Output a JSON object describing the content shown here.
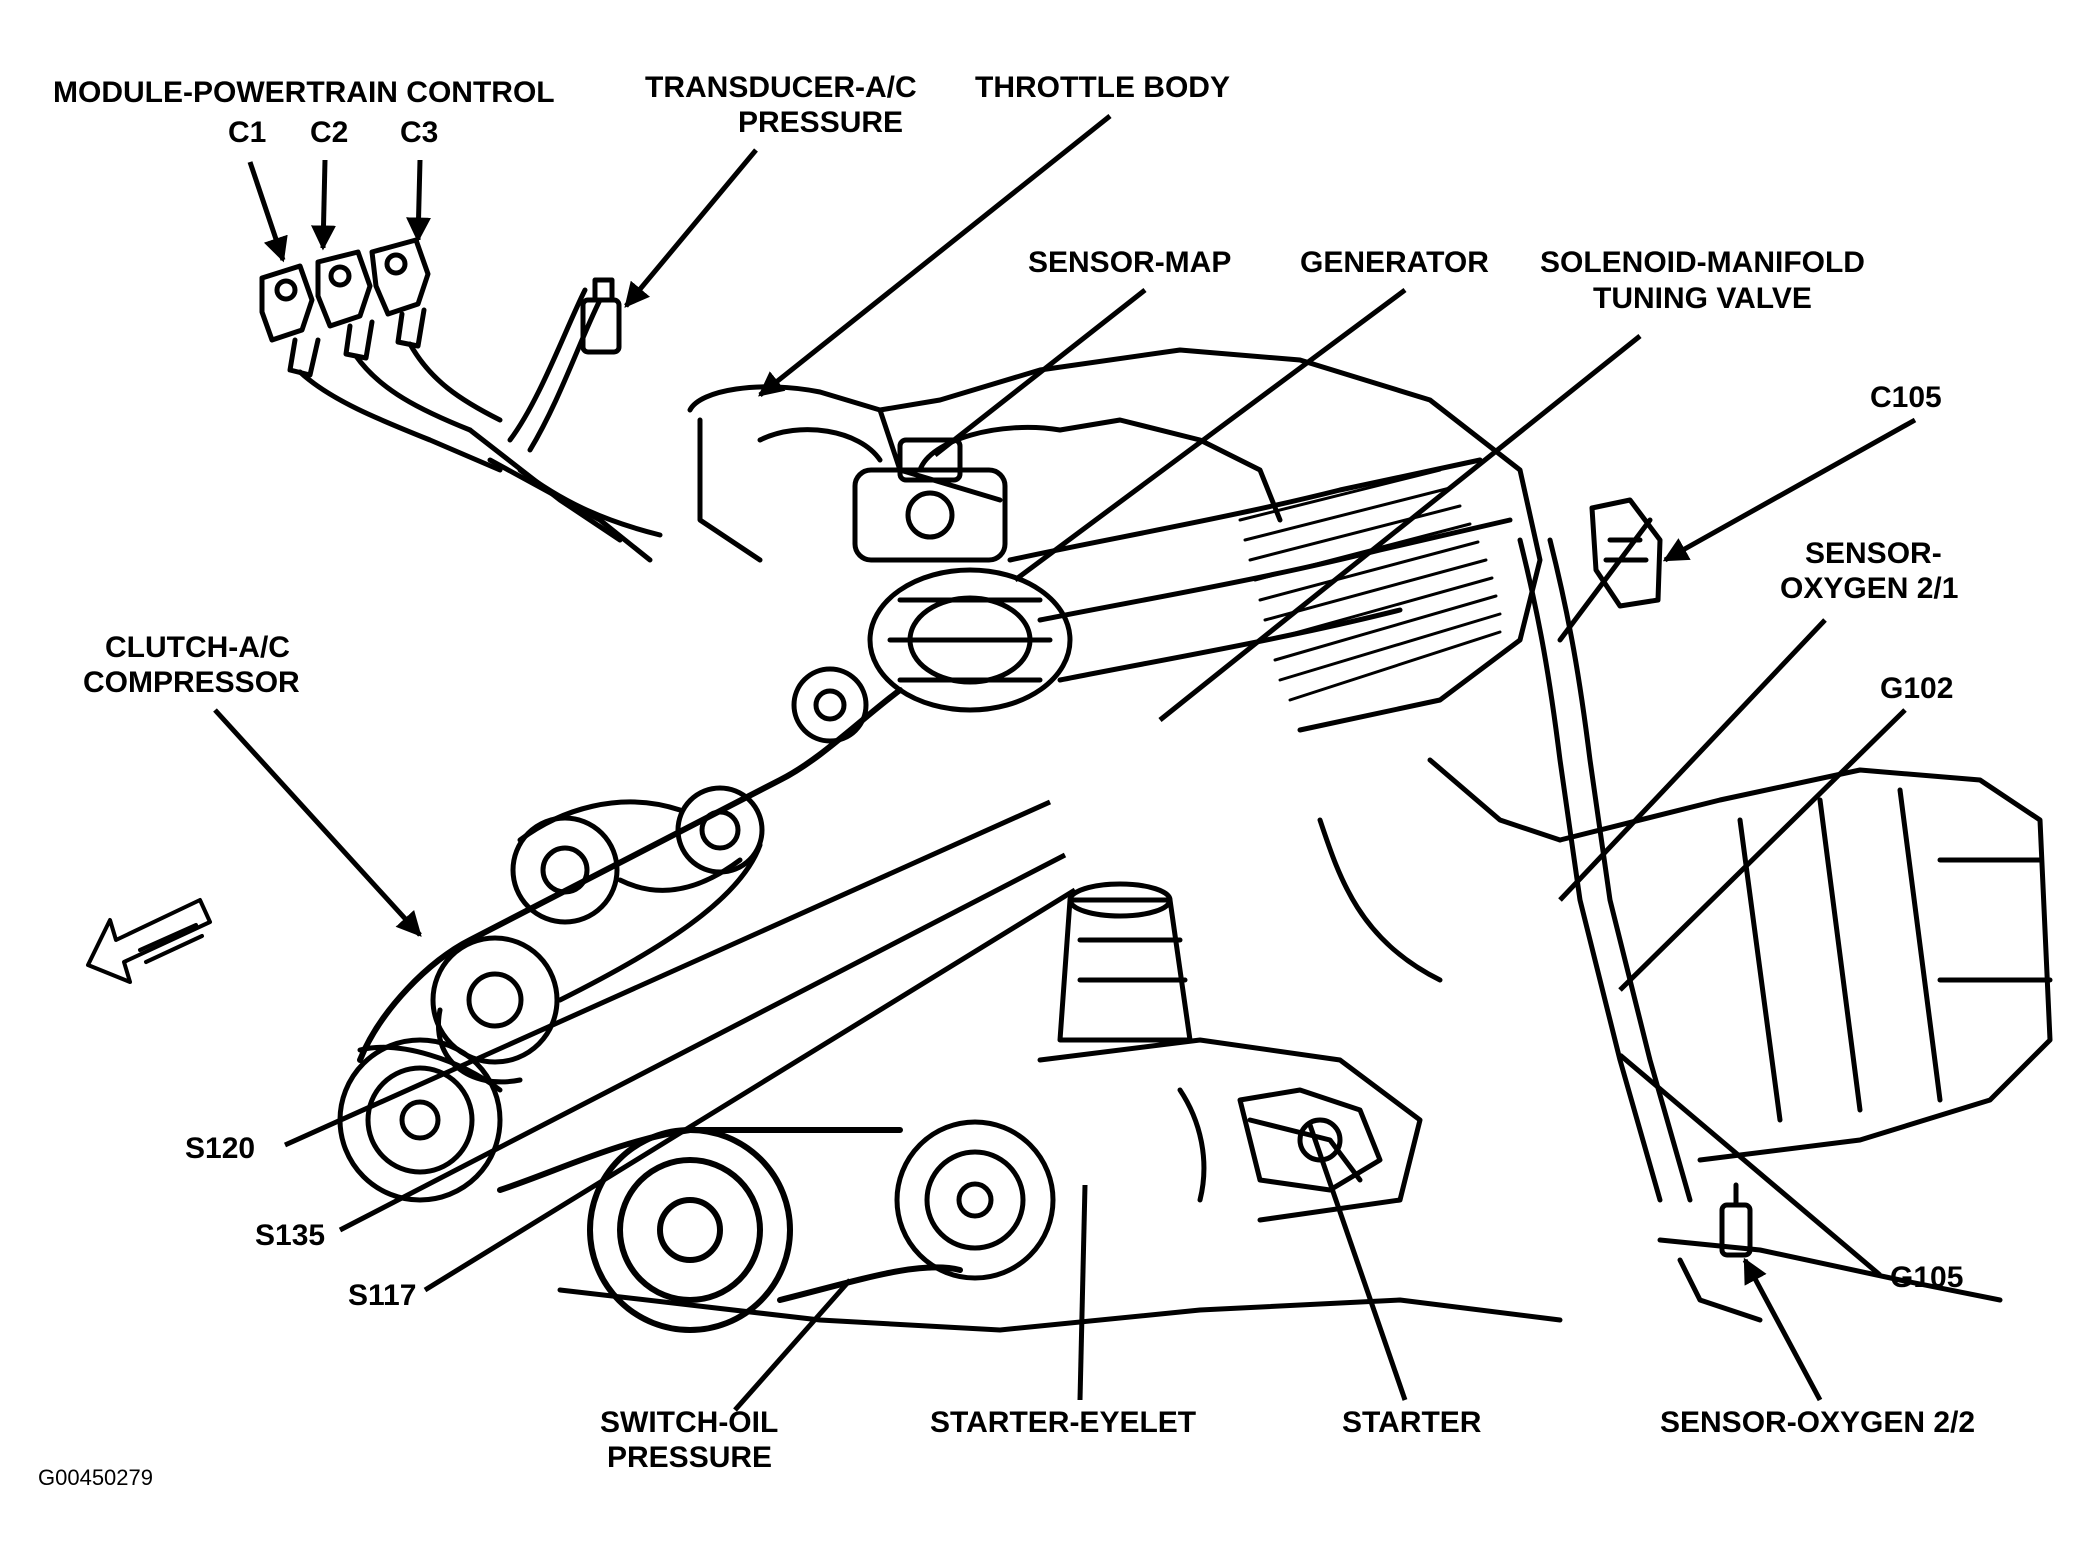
{
  "figure_id": "G00450279",
  "labels": {
    "pcm": "MODULE-POWERTRAIN CONTROL",
    "c1": "C1",
    "c2": "C2",
    "c3": "C3",
    "transducer_l1": "TRANSDUCER-A/C",
    "transducer_l2": "PRESSURE",
    "throttle": "THROTTLE BODY",
    "map": "SENSOR-MAP",
    "generator": "GENERATOR",
    "solenoid_l1": "SOLENOID-MANIFOLD",
    "solenoid_l2": "TUNING VALVE",
    "c105": "C105",
    "o2_21_l1": "SENSOR-",
    "o2_21_l2": "OXYGEN 2/1",
    "g102": "G102",
    "clutch_l1": "CLUTCH-A/C",
    "clutch_l2": "COMPRESSOR",
    "s120": "S120",
    "s135": "S135",
    "s117": "S117",
    "g105": "G105",
    "oil_l1": "SWITCH-OIL",
    "oil_l2": "PRESSURE",
    "eyelet": "STARTER-EYELET",
    "starter": "STARTER",
    "o2_22": "SENSOR-OXYGEN 2/2"
  }
}
